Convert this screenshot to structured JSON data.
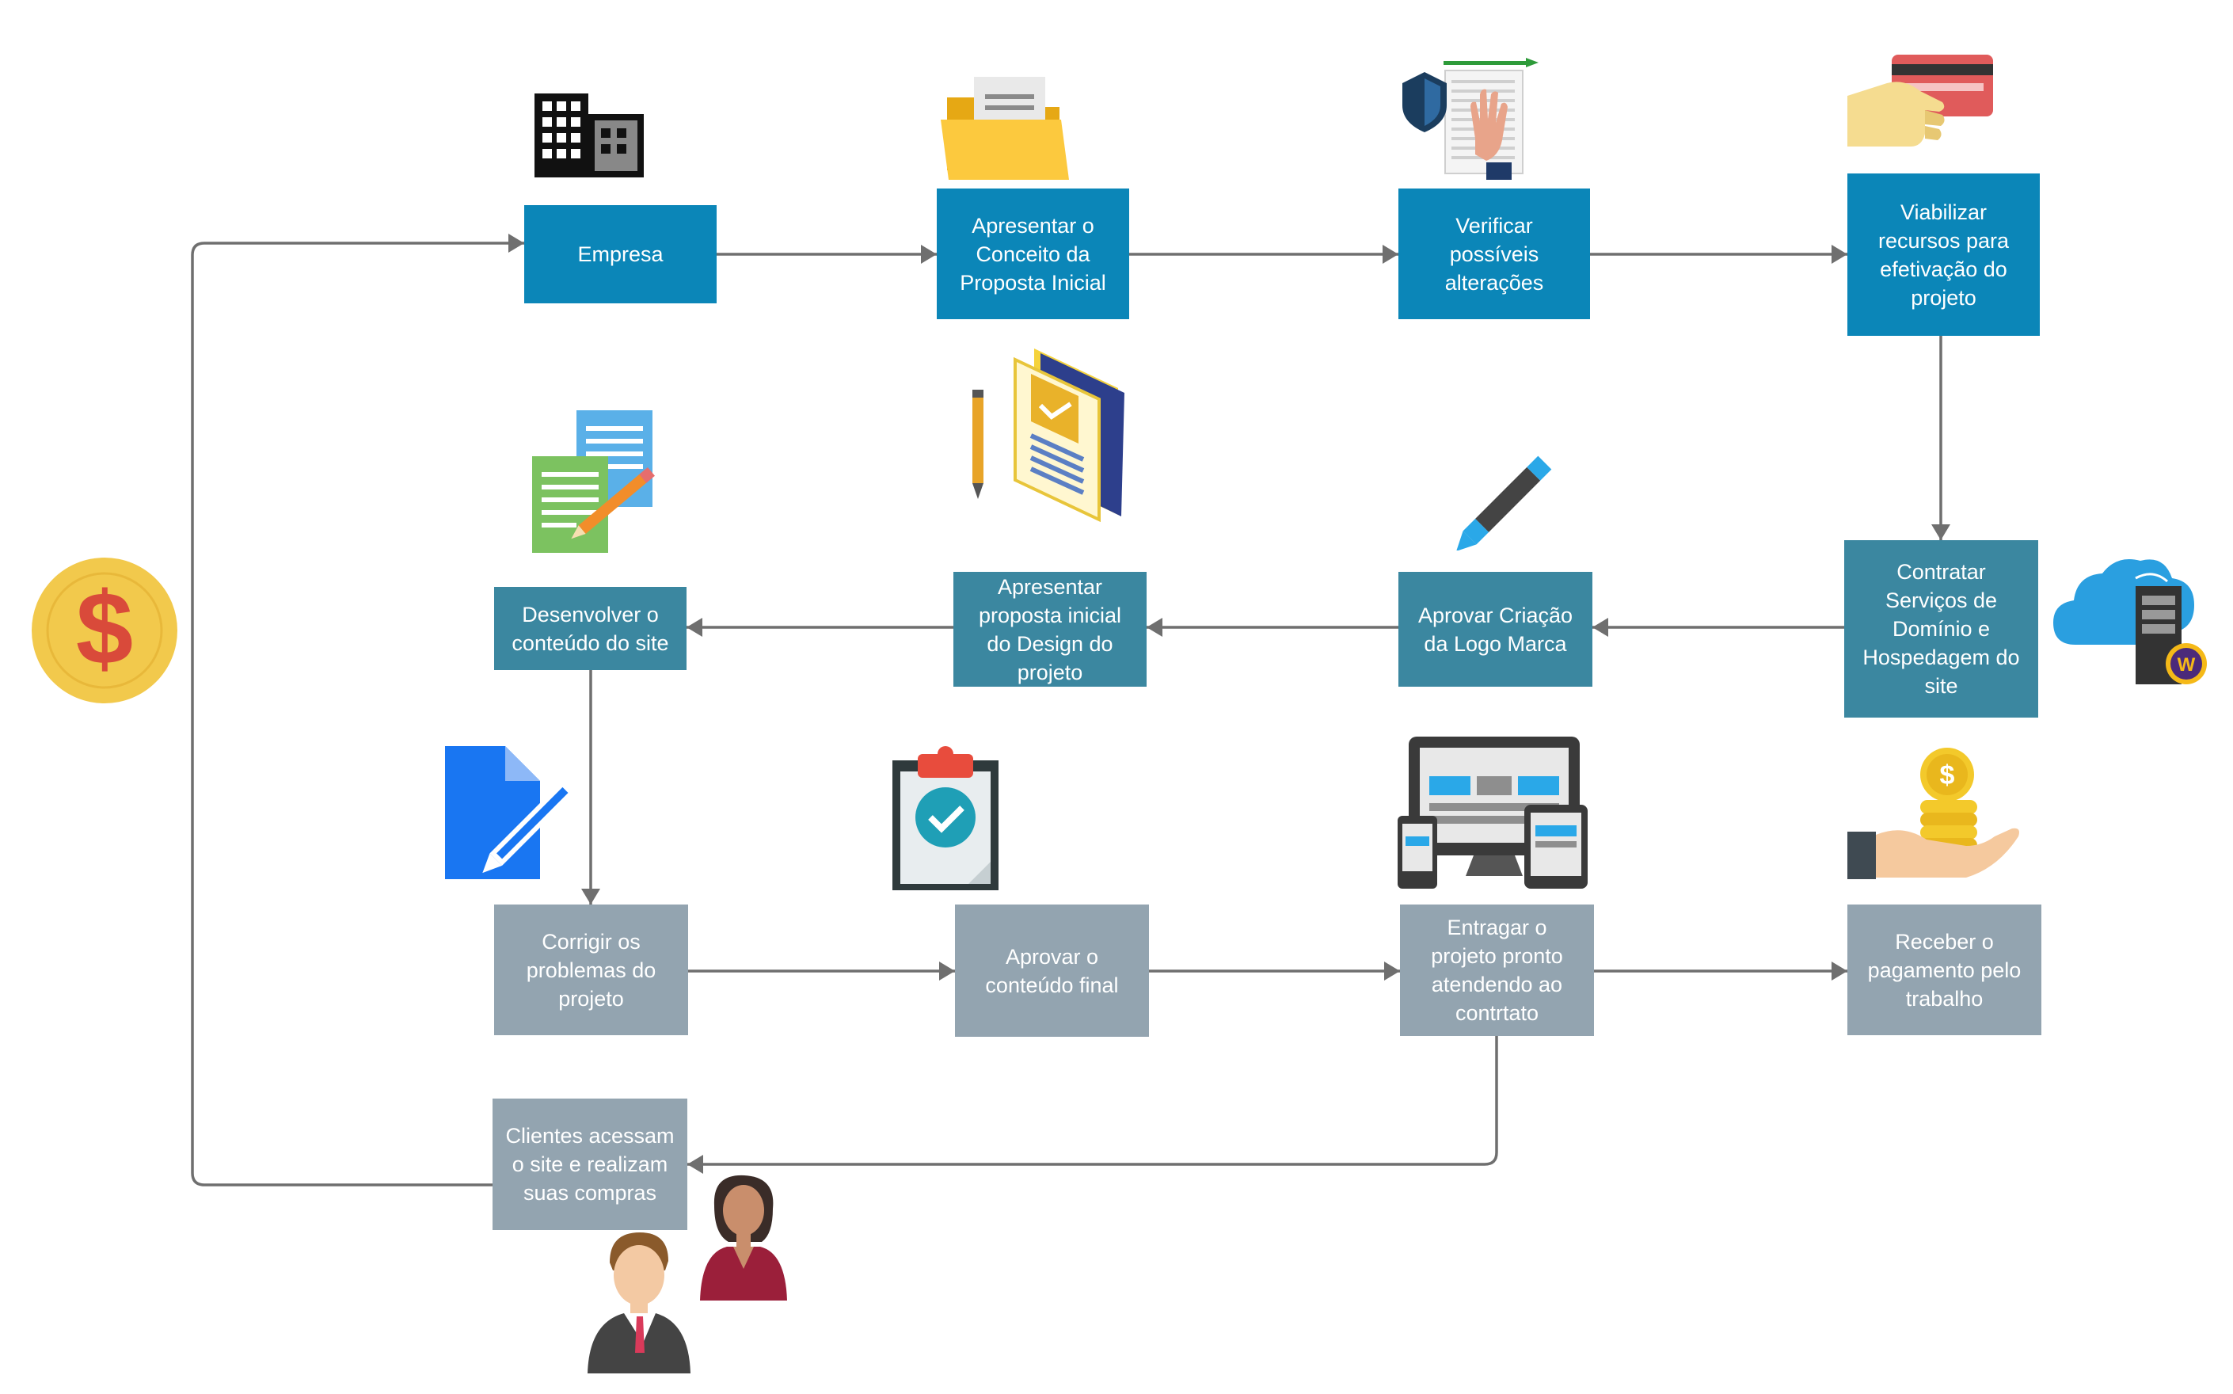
{
  "diagram": {
    "steps": [
      {
        "id": "empresa",
        "label": "Empresa"
      },
      {
        "id": "apresentar-conceito",
        "label": "Apresentar o\nConceito da\nProposta Inicial"
      },
      {
        "id": "verificar-alteracoes",
        "label": "Verificar\npossíveis\nalterações"
      },
      {
        "id": "viabilizar-recursos",
        "label": "Viabilizar\nrecursos para\nefetivação do\nprojeto"
      },
      {
        "id": "contratar-servicos",
        "label": "Contratar\nServiços de\nDomínio e\nHospedagem do\nsite"
      },
      {
        "id": "aprovar-logo",
        "label": "Aprovar Criação\nda Logo Marca"
      },
      {
        "id": "apresentar-design",
        "label": "Apresentar\nproposta inicial\ndo Design do\nprojeto"
      },
      {
        "id": "desenvolver-conteudo",
        "label": "Desenvolver o\nconteúdo do site"
      },
      {
        "id": "corrigir-problemas",
        "label": "Corrigir os\nproblemas do\nprojeto"
      },
      {
        "id": "aprovar-conteudo",
        "label": "Aprovar o\nconteúdo final"
      },
      {
        "id": "entregar-projeto",
        "label": "Entragar o\nprojeto pronto\natendendo ao\ncontrtato"
      },
      {
        "id": "receber-pagamento",
        "label": "Receber o\npagamento pelo\ntrabalho"
      },
      {
        "id": "clientes-acessam",
        "label": "Clientes acessam\no site e realizam\nsuas compras"
      }
    ],
    "connections": [
      {
        "from": "empresa",
        "to": "apresentar-conceito"
      },
      {
        "from": "apresentar-conceito",
        "to": "verificar-alteracoes"
      },
      {
        "from": "verificar-alteracoes",
        "to": "viabilizar-recursos"
      },
      {
        "from": "viabilizar-recursos",
        "to": "contratar-servicos"
      },
      {
        "from": "contratar-servicos",
        "to": "aprovar-logo"
      },
      {
        "from": "aprovar-logo",
        "to": "apresentar-design"
      },
      {
        "from": "apresentar-design",
        "to": "desenvolver-conteudo"
      },
      {
        "from": "desenvolver-conteudo",
        "to": "corrigir-problemas"
      },
      {
        "from": "corrigir-problemas",
        "to": "aprovar-conteudo"
      },
      {
        "from": "aprovar-conteudo",
        "to": "entregar-projeto"
      },
      {
        "from": "entregar-projeto",
        "to": "receber-pagamento"
      },
      {
        "from": "entregar-projeto",
        "to": "clientes-acessam"
      },
      {
        "from": "clientes-acessam",
        "to": "empresa"
      }
    ],
    "icons": [
      "building-icon",
      "folder-icon",
      "document-shield-icon",
      "credit-card-hand-icon",
      "cloud-server-icon",
      "pencil-icon",
      "book-document-icon",
      "documents-edit-icon",
      "file-edit-icon",
      "clipboard-check-icon",
      "devices-icon",
      "coins-hand-icon",
      "dollar-coin-icon",
      "customers-icon"
    ],
    "colors": {
      "primary": "#0b86b8",
      "secondary": "#3b87a0",
      "tertiary": "#93a4b0",
      "connector": "#6f6f6f"
    }
  }
}
